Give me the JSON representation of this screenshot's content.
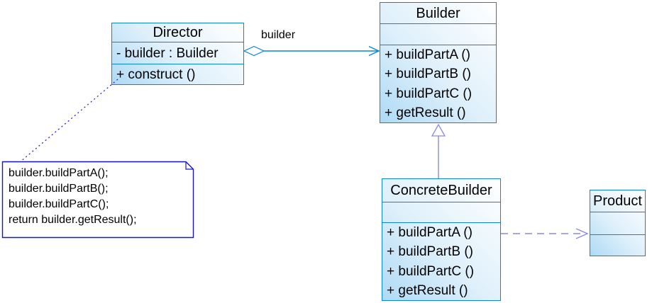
{
  "colors": {
    "class_border": "#0a85d8",
    "class_fill_dark": "#aedaf5",
    "class_fill_light": "#ffffff",
    "association_color": "#0a85d8",
    "generalization_color": "#8a8ae0",
    "note_border": "#1515cd",
    "text_color": "#000000"
  },
  "classes": {
    "director": {
      "name": "Director",
      "attributes": [
        "- builder : Builder"
      ],
      "methods": [
        "+ construct ()"
      ]
    },
    "builder": {
      "name": "Builder",
      "attributes": [],
      "methods": [
        "+ buildPartA ()",
        "+ buildPartB ()",
        "+ buildPartC ()",
        "+ getResult ()"
      ]
    },
    "concrete_builder": {
      "name": "ConcreteBuilder",
      "attributes": [],
      "methods": [
        "+ buildPartA ()",
        "+ buildPartB ()",
        "+ buildPartC ()",
        "+ getResult ()"
      ]
    },
    "product": {
      "name": "Product",
      "attributes": [],
      "methods": []
    }
  },
  "relationships": {
    "director_builder": {
      "type": "aggregation",
      "label": "builder"
    },
    "concretebuilder_builder": {
      "type": "generalization"
    },
    "concretebuilder_product": {
      "type": "dependency"
    }
  },
  "note": {
    "lines": [
      "builder.buildPartA();",
      "builder.buildPartB();",
      "builder.buildPartC();",
      "return builder.getResult();"
    ]
  }
}
